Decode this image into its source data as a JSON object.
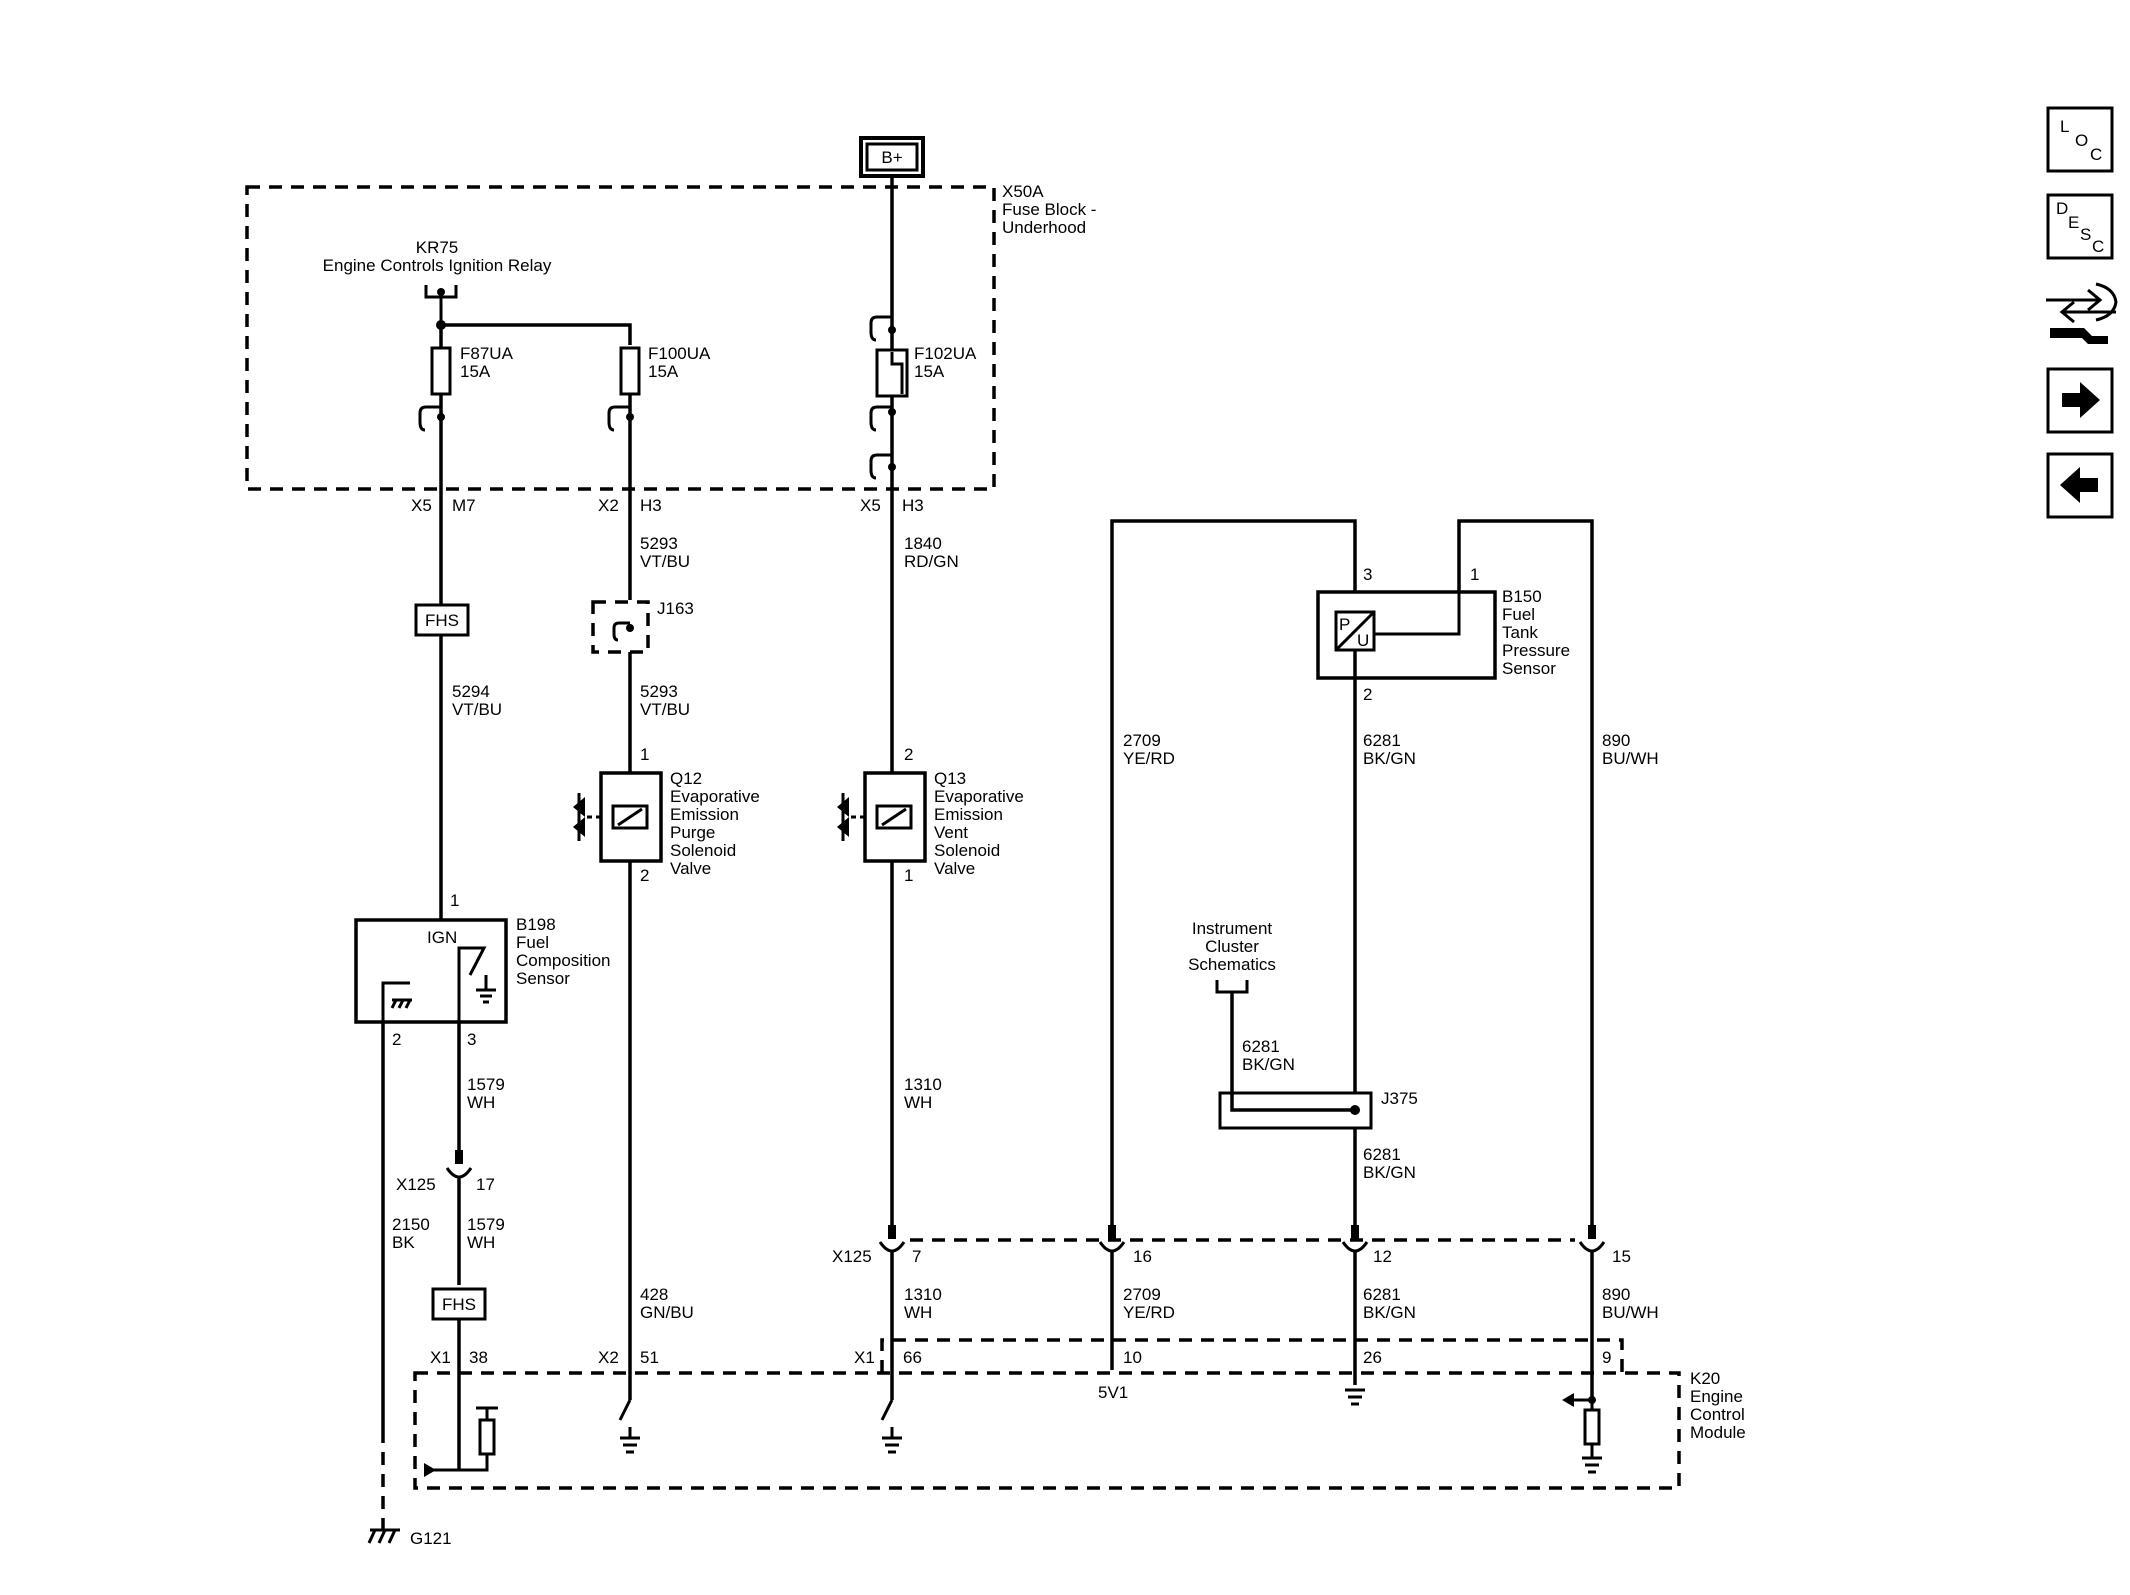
{
  "power": {
    "source": "B+"
  },
  "fuse_block": {
    "id": "X50A",
    "name_line1": "Fuse Block -",
    "name_line2": "Underhood"
  },
  "relay": {
    "id": "KR75",
    "name": "Engine Controls Ignition Relay"
  },
  "fuses": [
    {
      "id": "F87UA",
      "rating": "15A"
    },
    {
      "id": "F100UA",
      "rating": "15A"
    },
    {
      "id": "F102UA",
      "rating": "15A"
    }
  ],
  "connectors": {
    "x5a": {
      "conn": "X5",
      "pin": "M7"
    },
    "x2": {
      "conn": "X2",
      "pin": "H3"
    },
    "x5b": {
      "conn": "X5",
      "pin": "H3"
    },
    "x125_b198": {
      "conn": "X125",
      "pin": "17"
    },
    "x125_ecm": {
      "conn": "X125",
      "pins": [
        "7",
        "16",
        "12",
        "15"
      ]
    },
    "ecm_x1_a": {
      "conn": "X1",
      "pin": "38"
    },
    "ecm_x2": {
      "conn": "X2",
      "pin": "51"
    },
    "ecm_x1_b": {
      "conn": "X1",
      "pins": [
        "66",
        "10",
        "26",
        "9"
      ]
    }
  },
  "wires": {
    "w5294": {
      "circuit": "5294",
      "color": "VT/BU"
    },
    "w5293a": {
      "circuit": "5293",
      "color": "VT/BU"
    },
    "w5293b": {
      "circuit": "5293",
      "color": "VT/BU"
    },
    "w1840": {
      "circuit": "1840",
      "color": "RD/GN"
    },
    "w1579a": {
      "circuit": "1579",
      "color": "WH"
    },
    "w1579b": {
      "circuit": "1579",
      "color": "WH"
    },
    "w2150": {
      "circuit": "2150",
      "color": "BK"
    },
    "w428": {
      "circuit": "428",
      "color": "GN/BU"
    },
    "w1310a": {
      "circuit": "1310",
      "color": "WH"
    },
    "w1310b": {
      "circuit": "1310",
      "color": "WH"
    },
    "w2709a": {
      "circuit": "2709",
      "color": "YE/RD"
    },
    "w2709b": {
      "circuit": "2709",
      "color": "YE/RD"
    },
    "w6281a": {
      "circuit": "6281",
      "color": "BK/GN"
    },
    "w6281b": {
      "circuit": "6281",
      "color": "BK/GN"
    },
    "w6281c": {
      "circuit": "6281",
      "color": "BK/GN"
    },
    "w6281d": {
      "circuit": "6281",
      "color": "BK/GN"
    },
    "w890a": {
      "circuit": "890",
      "color": "BU/WH"
    },
    "w890b": {
      "circuit": "890",
      "color": "BU/WH"
    }
  },
  "splices": {
    "j163": "J163",
    "j375": "J375"
  },
  "fhs_label": "FHS",
  "q12": {
    "id": "Q12",
    "lines": [
      "Evaporative",
      "Emission",
      "Purge",
      "Solenoid",
      "Valve"
    ],
    "pin_top": "1",
    "pin_bottom": "2"
  },
  "q13": {
    "id": "Q13",
    "lines": [
      "Evaporative",
      "Emission",
      "Vent",
      "Solenoid",
      "Valve"
    ],
    "pin_top": "2",
    "pin_bottom": "1"
  },
  "b198": {
    "id": "B198",
    "lines": [
      "Fuel",
      "Composition",
      "Sensor"
    ],
    "ign": "IGN",
    "pin1": "1",
    "pin2": "2",
    "pin3": "3"
  },
  "b150": {
    "id": "B150",
    "lines": [
      "Fuel",
      "Tank",
      "Pressure",
      "Sensor"
    ],
    "pin3": "3",
    "pin1": "1",
    "pin2": "2",
    "symbol_p": "P",
    "symbol_u": "U"
  },
  "instrument_cluster": {
    "lines": [
      "Instrument",
      "Cluster",
      "Schematics"
    ]
  },
  "ground": {
    "id": "G121"
  },
  "ecm": {
    "id": "K20",
    "lines": [
      "Engine",
      "Control",
      "Module"
    ],
    "ref": "5V1"
  },
  "nav": {
    "loc": {
      "l1": "L",
      "l2": "O",
      "l3": "C"
    },
    "desc": {
      "l1": "D",
      "l2": "E",
      "l3": "S",
      "l4": "C"
    }
  }
}
